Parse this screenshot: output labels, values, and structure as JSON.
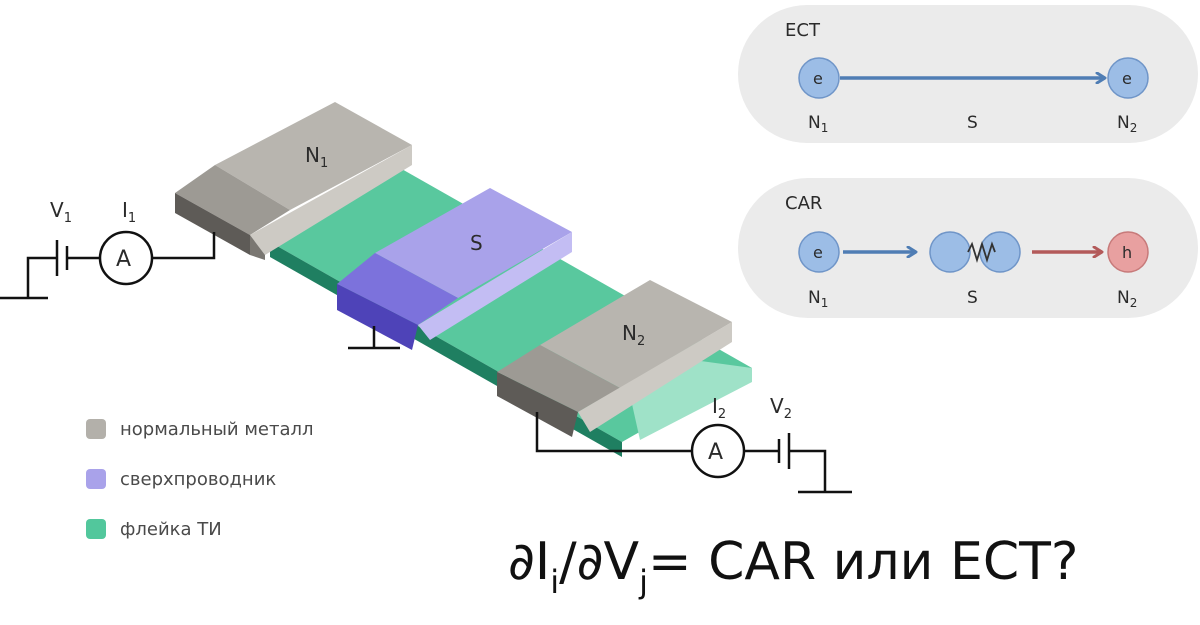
{
  "device": {
    "n1_label": "N",
    "n1_sub": "1",
    "s_label": "S",
    "n2_label": "N",
    "n2_sub": "2"
  },
  "circuit_left": {
    "v_label": "V",
    "v_sub": "1",
    "i_label": "I",
    "i_sub": "1",
    "ammeter_symbol": "A"
  },
  "circuit_right": {
    "v_label": "V",
    "v_sub": "2",
    "i_label": "I",
    "i_sub": "2",
    "ammeter_symbol": "A"
  },
  "ect_panel": {
    "title": "ECT",
    "left_particle": "e",
    "right_particle": "e",
    "label_left": "N",
    "label_left_sub": "1",
    "label_mid": "S",
    "label_right": "N",
    "label_right_sub": "2"
  },
  "car_panel": {
    "title": "CAR",
    "left_particle": "e",
    "right_particle": "h",
    "label_left": "N",
    "label_left_sub": "1",
    "label_mid": "S",
    "label_right": "N",
    "label_right_sub": "2"
  },
  "legend": [
    {
      "label": "нормальный металл",
      "color": "#b3b0aa"
    },
    {
      "label": "сверхпроводник",
      "color": "#a9a2ea"
    },
    {
      "label": "флейка ТИ",
      "color": "#52c79c"
    }
  ],
  "formula": {
    "part1": "∂I",
    "sub1": "i",
    "part2": "/∂V",
    "sub2": "j",
    "part3": "= CAR или ECT?"
  },
  "colors": {
    "electron": "#9cbde6",
    "hole": "#e8a0a0",
    "arrow_blue": "#4f7db4",
    "arrow_red": "#b35a5a",
    "panel_bg": "#ebebeb"
  }
}
